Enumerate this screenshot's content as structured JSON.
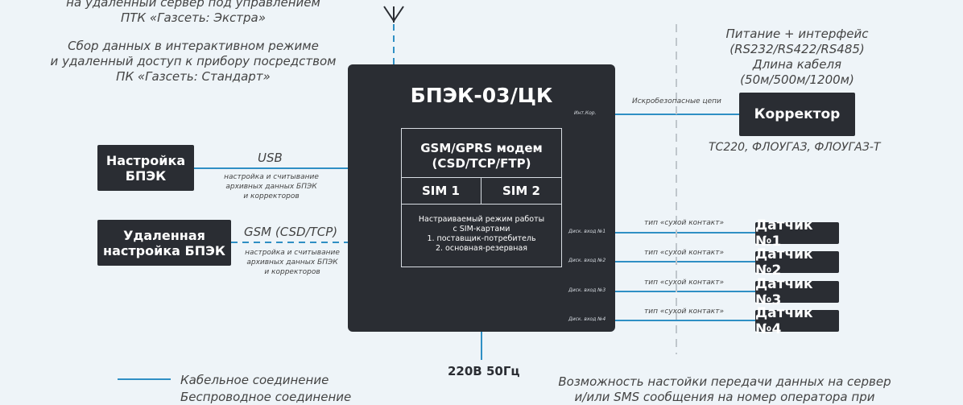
{
  "top_left": {
    "line1": "на удаленный сервер под управлением",
    "line2": "ПТК «Газсеть: Экстра»",
    "line3": "Сбор данных в интерактивном режиме",
    "line4": "и удаленный доступ к прибору посредством",
    "line5": "ПК «Газсеть: Стандарт»"
  },
  "main_device": {
    "title": "БПЭК-03/ЦК",
    "modem_title_1": "GSM/GPRS модем",
    "modem_title_2": "(CSD/TCP/FTP)",
    "sim1": "SIM 1",
    "sim2": "SIM 2",
    "mode_1": "Настраиваемый режим работы",
    "mode_2": "с SIM-картами",
    "mode_3": "1. поставщик-потребитель",
    "mode_4": "2. основная-резервная",
    "port_corr": "Инт.Кор.",
    "ports": [
      "Диск. вход №1",
      "Диск. вход №2",
      "Диск. вход №3",
      "Диск. вход №4"
    ]
  },
  "left": {
    "setup_box_1": "Настройка",
    "setup_box_2": "БПЭК",
    "usb_label": "USB",
    "usb_desc_1": "настройка и считывание",
    "usb_desc_2": "архивных данных БПЭК",
    "usb_desc_3": "и корректоров",
    "remote_box_1": "Удаленная",
    "remote_box_2": "настройка БПЭК",
    "gsm_label": "GSM (CSD/TCP)",
    "gsm_desc_1": "настройка и считывание",
    "gsm_desc_2": "архивных данных БПЭК",
    "gsm_desc_3": "и корректоров"
  },
  "right": {
    "power_1": "Питание + интерфейс",
    "power_2": "(RS232/RS422/RS485)",
    "power_3": "Длина кабеля",
    "power_4": "(50м/500м/1200м)",
    "safe_circuits": "Искробезопасные цепи",
    "corrector": "Корректор",
    "corrector_models": "TC220, ФЛОУГАЗ, ФЛОУГАЗ-Т",
    "contact_type": "тип «сухой контакт»",
    "sensors": [
      "Датчик №1",
      "Датчик  №2",
      "Датчик  №3",
      "Датчик  №4"
    ]
  },
  "bottom": {
    "power": "220В 50Гц",
    "legend_cable": "Кабельное соединение",
    "legend_wireless": "Беспроводное соединение",
    "note_1": "Возможность настойки передачи данных на сервер",
    "note_2": "и/или SMS сообщения на номер оператора при"
  },
  "colors": {
    "dark": "#2a2d33",
    "line": "#2f8fc4",
    "bg": "#eef4f8"
  }
}
